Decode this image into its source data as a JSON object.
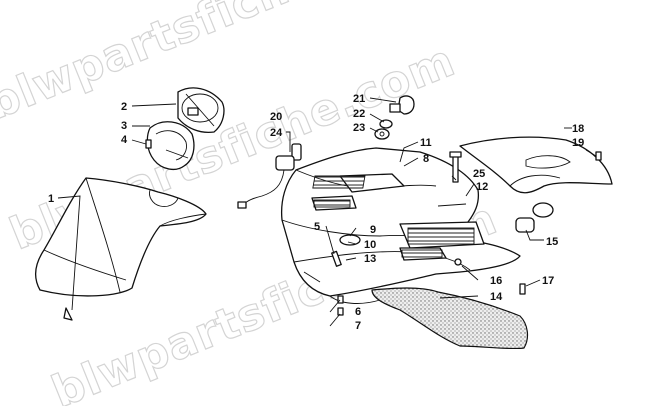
{
  "watermark": {
    "text": "blwpartsfiche.com"
  },
  "callouts": [
    {
      "id": "1",
      "label": "1"
    },
    {
      "id": "2",
      "label": "2"
    },
    {
      "id": "3",
      "label": "3"
    },
    {
      "id": "4",
      "label": "4"
    },
    {
      "id": "5",
      "label": "5"
    },
    {
      "id": "6",
      "label": "6"
    },
    {
      "id": "7",
      "label": "7"
    },
    {
      "id": "8",
      "label": "8"
    },
    {
      "id": "9",
      "label": "9"
    },
    {
      "id": "10",
      "label": "10"
    },
    {
      "id": "11",
      "label": "11"
    },
    {
      "id": "12",
      "label": "12"
    },
    {
      "id": "13",
      "label": "13"
    },
    {
      "id": "14",
      "label": "14"
    },
    {
      "id": "15",
      "label": "15"
    },
    {
      "id": "16",
      "label": "16"
    },
    {
      "id": "17",
      "label": "17"
    },
    {
      "id": "18",
      "label": "18"
    },
    {
      "id": "19",
      "label": "19"
    },
    {
      "id": "20",
      "label": "20"
    },
    {
      "id": "21",
      "label": "21"
    },
    {
      "id": "22",
      "label": "22"
    },
    {
      "id": "23",
      "label": "23"
    },
    {
      "id": "24",
      "label": "24"
    },
    {
      "id": "25",
      "label": "25"
    }
  ]
}
